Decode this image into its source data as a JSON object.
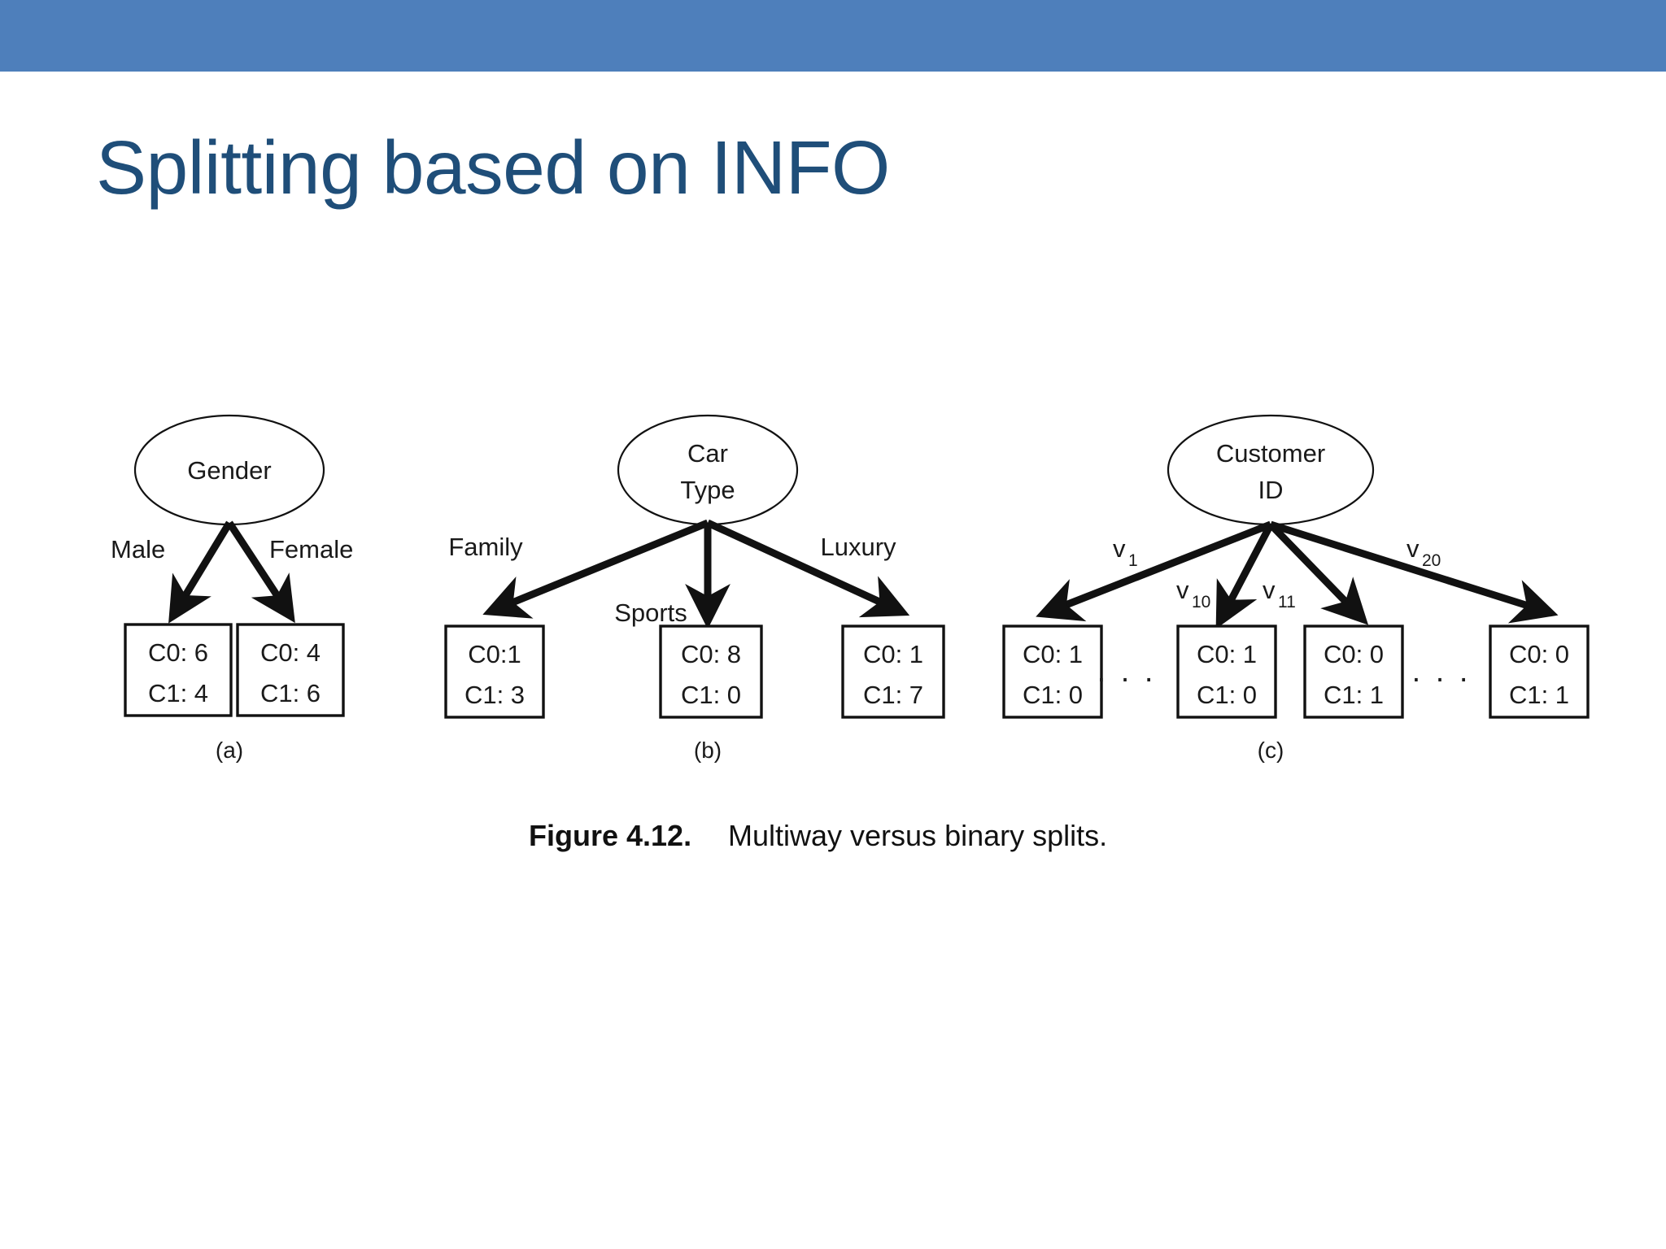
{
  "slide": {
    "title": "Splitting based on INFO",
    "banner_color": "#4E7FBB",
    "title_color": "#1F4E79",
    "background_color": "#FFFFFF"
  },
  "figure": {
    "caption_label": "Figure 4.12.",
    "caption_text": "Multiway versus binary splits.",
    "panels": [
      {
        "id": "a",
        "panel_label": "(a)",
        "root_label": "Gender",
        "root_lines": [
          "Gender"
        ],
        "edges": [
          {
            "label": "Male"
          },
          {
            "label": "Female"
          }
        ],
        "leaves": [
          {
            "line1": "C0: 6",
            "line2": "C1: 4"
          },
          {
            "line1": "C0: 4",
            "line2": "C1: 6"
          }
        ]
      },
      {
        "id": "b",
        "panel_label": "(b)",
        "root_label": "Car Type",
        "root_lines": [
          "Car",
          "Type"
        ],
        "edges": [
          {
            "label": "Family"
          },
          {
            "label": "Sports"
          },
          {
            "label": "Luxury"
          }
        ],
        "leaves": [
          {
            "line1": "C0:1",
            "line2": "C1: 3"
          },
          {
            "line1": "C0: 8",
            "line2": "C1: 0"
          },
          {
            "line1": "C0: 1",
            "line2": "C1: 7"
          }
        ]
      },
      {
        "id": "c",
        "panel_label": "(c)",
        "root_label": "Customer ID",
        "root_lines": [
          "Customer",
          "ID"
        ],
        "edges": [
          {
            "label": "v",
            "subscript": "1"
          },
          {
            "label": "v",
            "subscript": "10"
          },
          {
            "label": "v",
            "subscript": "11"
          },
          {
            "label": "v",
            "subscript": "20"
          }
        ],
        "leaves": [
          {
            "line1": "C0: 1",
            "line2": "C1: 0"
          },
          {
            "line1": "C0: 1",
            "line2": "C1: 0"
          },
          {
            "line1": "C0: 0",
            "line2": "C1: 1"
          },
          {
            "line1": "C0: 0",
            "line2": "C1: 1"
          }
        ],
        "ellipsis_1": ". . .",
        "ellipsis_2": ". . ."
      }
    ]
  }
}
